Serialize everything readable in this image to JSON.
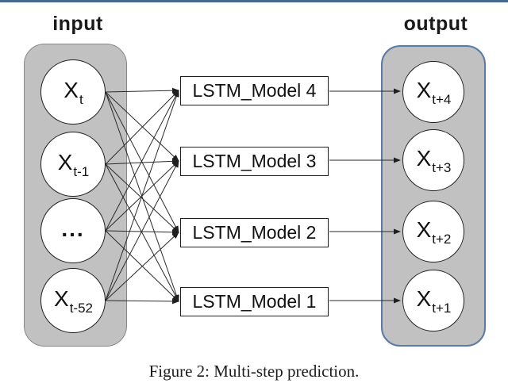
{
  "header": {
    "input_label": "input",
    "output_label": "output"
  },
  "diagram": {
    "input_nodes": [
      {
        "base": "X",
        "sub": "t"
      },
      {
        "base": "X",
        "sub": "t-1"
      },
      {
        "base": "...",
        "sub": ""
      },
      {
        "base": "X",
        "sub": "t-52"
      }
    ],
    "model_boxes": [
      {
        "label": "LSTM_Model 4"
      },
      {
        "label": "LSTM_Model 3"
      },
      {
        "label": "LSTM_Model 2"
      },
      {
        "label": "LSTM_Model 1"
      }
    ],
    "output_nodes": [
      {
        "base": "X",
        "sub": "t+4"
      },
      {
        "base": "X",
        "sub": "t+3"
      },
      {
        "base": "X",
        "sub": "t+2"
      },
      {
        "base": "X",
        "sub": "t+1"
      }
    ]
  },
  "caption": "Figure 2: Multi-step prediction.",
  "colors": {
    "top_rule": "#47698f",
    "panel_fill": "#c1c1c1",
    "input_panel_border": "#888888",
    "output_panel_border": "#5b7aa5",
    "node_stroke": "#1f1f1f",
    "wire": "#2a2a2a"
  }
}
